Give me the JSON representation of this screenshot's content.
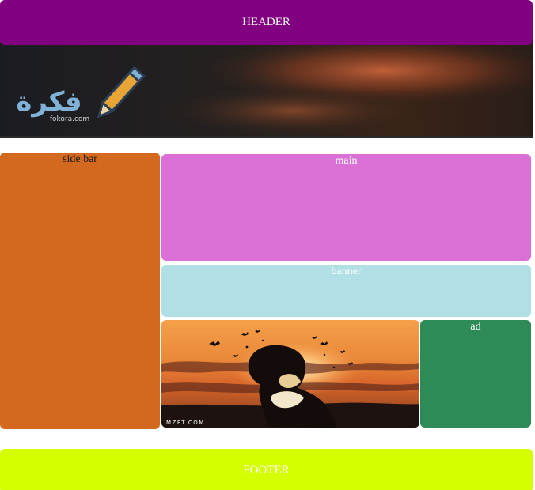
{
  "header": {
    "label": "HEADER",
    "color": "#800080"
  },
  "hero": {
    "logo_arabic": "فكرة",
    "logo_domain": "fokora.com",
    "logo_icon": "pencil-icon"
  },
  "sidebar": {
    "label": "side bar",
    "color": "#d2691e"
  },
  "main": {
    "label": "main",
    "color": "#da70d6"
  },
  "banner": {
    "label": "banner",
    "color": "#b0e0e6"
  },
  "photo": {
    "watermark": "MZFT.COM"
  },
  "ad": {
    "label": "ad",
    "color": "#2e8b57"
  },
  "footer": {
    "label": "FOOTER",
    "color": "#d4ff00"
  }
}
